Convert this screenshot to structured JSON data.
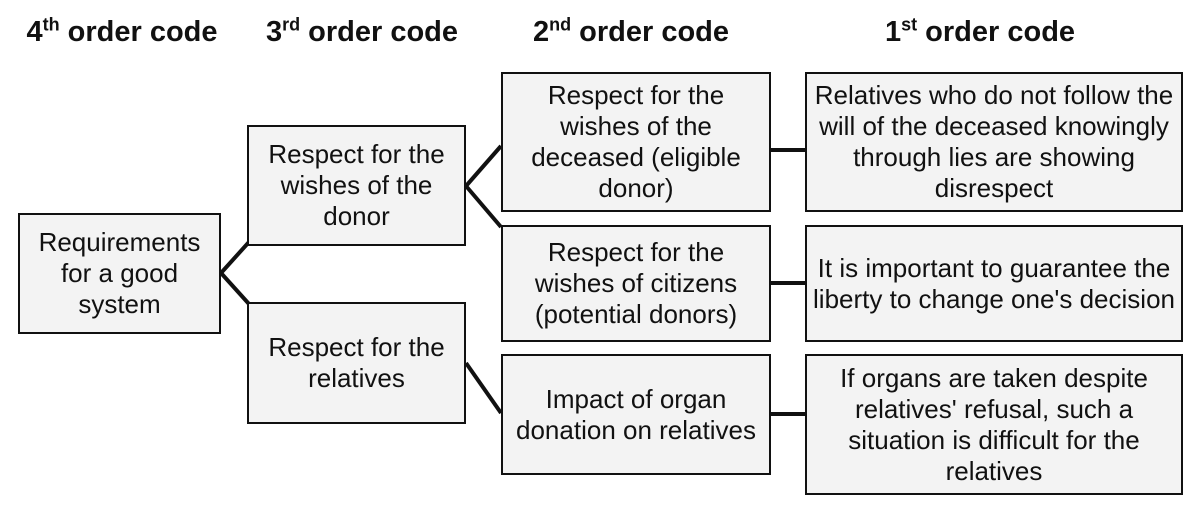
{
  "headers": [
    {
      "num": "4",
      "suffix": "th",
      "text": " order code"
    },
    {
      "num": "3",
      "suffix": "rd",
      "text": " order code"
    },
    {
      "num": "2",
      "suffix": "nd",
      "text": " order code"
    },
    {
      "num": "1",
      "suffix": "st",
      "text": " order code"
    }
  ],
  "nodes": {
    "requirements": "Requirements for a good system",
    "donor_wishes": "Respect for the wishes of the donor",
    "relatives": "Respect for the relatives",
    "deceased_wishes": "Respect for the wishes of the deceased (eligible donor)",
    "citizen_wishes": "Respect for the wishes of citizens (potential donors)",
    "impact": "Impact of organ donation on relatives",
    "lies": "Relatives who do not follow the will of the deceased knowingly through lies are showing disrespect",
    "liberty": "It is important to guarantee the liberty to change one's decision",
    "refusal": "If organs are taken despite relatives' refusal, such a situation is difficult for the relatives"
  }
}
